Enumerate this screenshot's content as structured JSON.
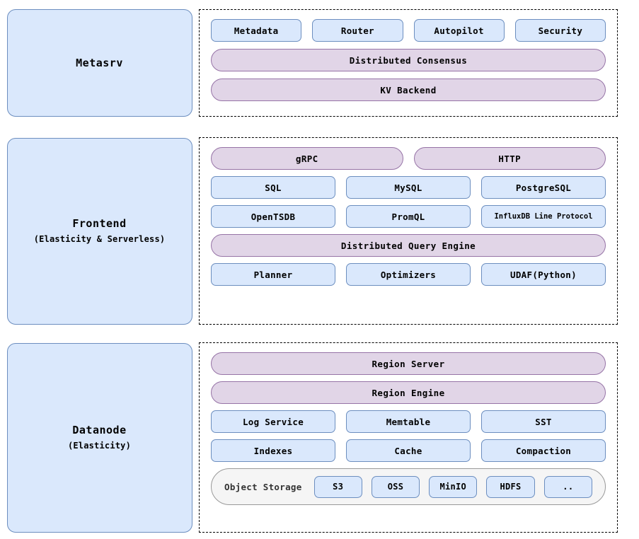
{
  "colors": {
    "chip_fill": "#dae8fc",
    "chip_border": "#6c8ebf",
    "pill_fill": "#e1d5e7",
    "pill_border": "#9673a6",
    "group_border": "#000000",
    "objstore_fill": "#f5f5f5",
    "objstore_border": "#999999"
  },
  "sections": {
    "metasrv": {
      "panel": {
        "title": "Metasrv",
        "subtitle": ""
      },
      "row_services": [
        {
          "label": "Metadata"
        },
        {
          "label": "Router"
        },
        {
          "label": "Autopilot"
        },
        {
          "label": "Security"
        }
      ],
      "pills": [
        {
          "label": "Distributed Consensus"
        },
        {
          "label": "KV Backend"
        }
      ]
    },
    "frontend": {
      "panel": {
        "title": "Frontend",
        "subtitle": "(Elasticity & Serverless)"
      },
      "protocol_pills": [
        {
          "label": "gRPC"
        },
        {
          "label": "HTTP"
        }
      ],
      "row_languages": [
        {
          "label": "SQL"
        },
        {
          "label": "MySQL"
        },
        {
          "label": "PostgreSQL"
        }
      ],
      "row_protocols": [
        {
          "label": "OpenTSDB"
        },
        {
          "label": "PromQL"
        },
        {
          "label": "InfluxDB Line Protocol",
          "small": true
        }
      ],
      "engine_pill": {
        "label": "Distributed Query Engine"
      },
      "row_engine_parts": [
        {
          "label": "Planner"
        },
        {
          "label": "Optimizers"
        },
        {
          "label": "UDAF(Python)"
        }
      ]
    },
    "datanode": {
      "panel": {
        "title": "Datanode",
        "subtitle": "(Elasticity)"
      },
      "pills": [
        {
          "label": "Region Server"
        },
        {
          "label": "Region Engine"
        }
      ],
      "row_storage_a": [
        {
          "label": "Log Service"
        },
        {
          "label": "Memtable"
        },
        {
          "label": "SST"
        }
      ],
      "row_storage_b": [
        {
          "label": "Indexes"
        },
        {
          "label": "Cache"
        },
        {
          "label": "Compaction"
        }
      ],
      "object_storage": {
        "label": "Object Storage",
        "backends": [
          {
            "label": "S3"
          },
          {
            "label": "OSS"
          },
          {
            "label": "MinIO"
          },
          {
            "label": "HDFS"
          },
          {
            "label": ".."
          }
        ]
      }
    }
  }
}
